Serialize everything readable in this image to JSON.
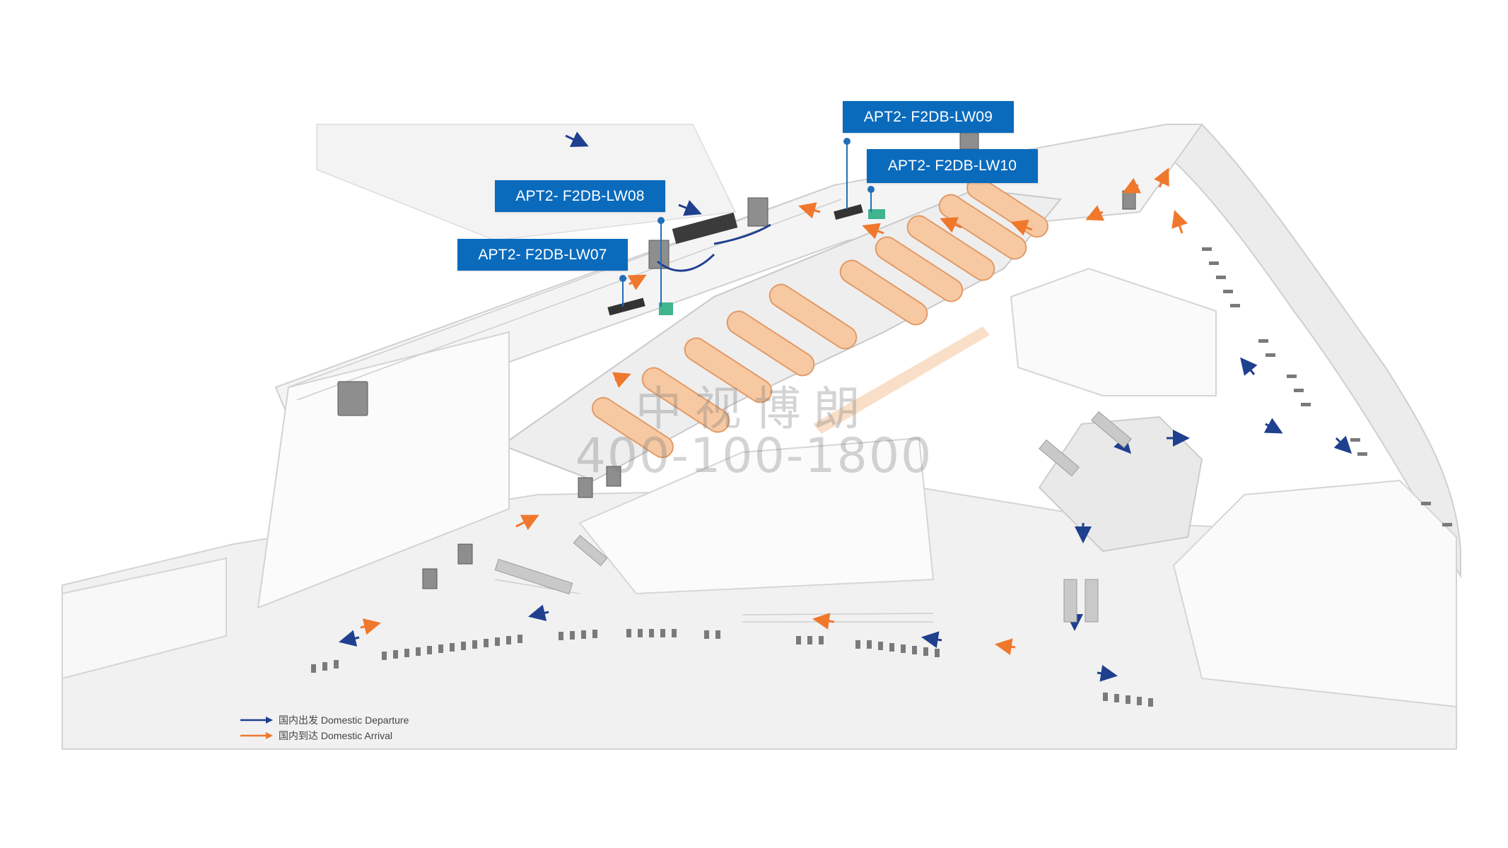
{
  "callouts": [
    {
      "label": "APT2- F2DB-LW07"
    },
    {
      "label": "APT2- F2DB-LW08"
    },
    {
      "label": "APT2- F2DB-LW09"
    },
    {
      "label": "APT2- F2DB-LW10"
    }
  ],
  "legend": {
    "departure": {
      "label": "国内出发 Domestic Departure",
      "color": "#1f3f8f"
    },
    "arrival": {
      "label": "国内到达 Domestic Arrival",
      "color": "#f0782d"
    }
  },
  "watermark": {
    "brand": "中视博朗",
    "phone": "400-100-1800"
  },
  "colors": {
    "accent": "#0a6bbd",
    "carousel": "#f7c9a3",
    "floor": "#f2f2f2",
    "wall": "#dcdcdc"
  }
}
